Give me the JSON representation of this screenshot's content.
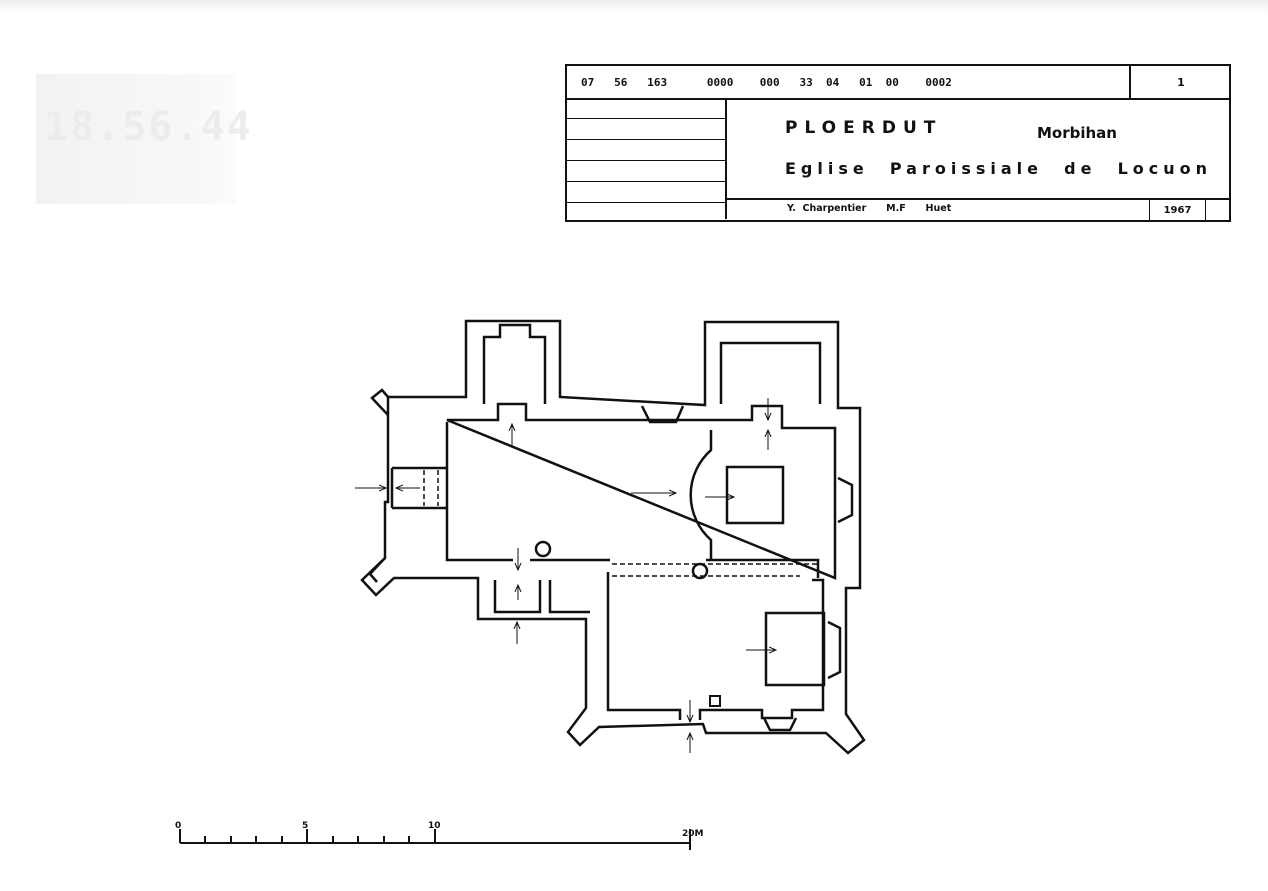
{
  "stamp": "18.56.44",
  "cartouche": {
    "code": "07   56   163      0000    000   33  04   01  00    0002",
    "sheet_number": "1",
    "commune": "PLOERDUT",
    "department": "Morbihan",
    "building": "Eglise  Paroissiale  de  Locuon",
    "authors": "Y.  Charpentier      M.F      Huet",
    "year": "1967"
  },
  "scale_bar": {
    "labels": [
      "0",
      "5",
      "10",
      "20M"
    ],
    "ticks": [
      0,
      1,
      2,
      3,
      4,
      5,
      6,
      7,
      8,
      9,
      10,
      20
    ]
  }
}
